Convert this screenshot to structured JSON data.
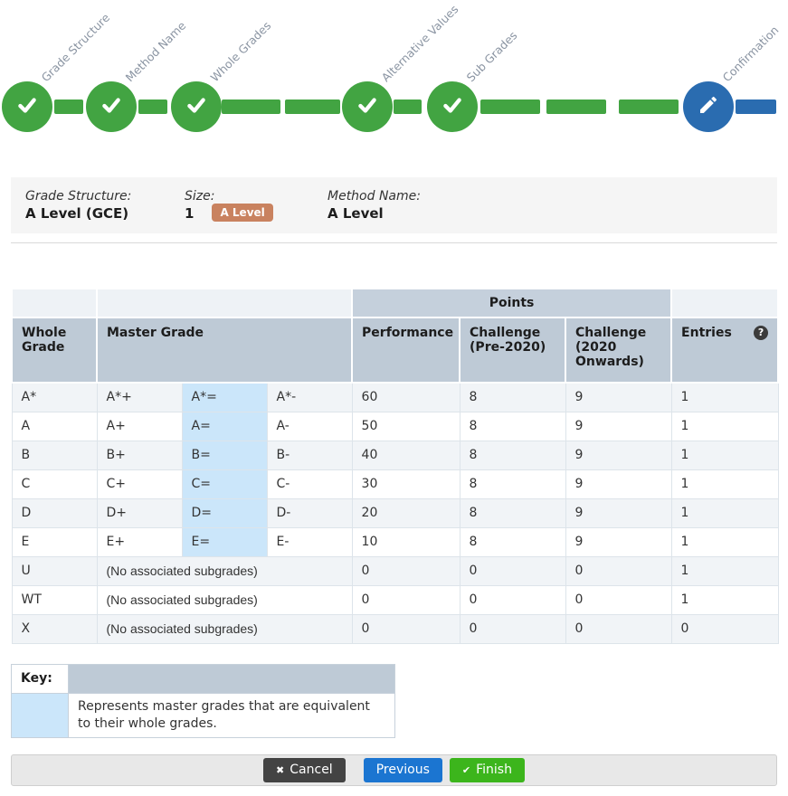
{
  "stepper": {
    "steps": [
      {
        "label": "Grade Structure",
        "state": "complete"
      },
      {
        "label": "Method Name",
        "state": "complete"
      },
      {
        "label": "Whole Grades",
        "state": "complete"
      },
      {
        "label": "Alternative Values",
        "state": "complete"
      },
      {
        "label": "Sub Grades",
        "state": "complete"
      },
      {
        "label": "Confirmation",
        "state": "current"
      }
    ],
    "colors": {
      "complete": "#42a442",
      "current": "#2a6cb0"
    }
  },
  "summary": {
    "grade_structure_label": "Grade Structure:",
    "grade_structure_value": "A Level (GCE)",
    "size_label": "Size:",
    "size_value": "1",
    "badge_label": "A Level",
    "badge_color": "#c9825f",
    "method_name_label": "Method Name:",
    "method_name_value": "A Level"
  },
  "table": {
    "group_header": "Points",
    "headers": {
      "whole_grade": "Whole Grade",
      "master_grade": "Master Grade",
      "performance": "Performance",
      "challenge_pre": "Challenge (Pre-2020)",
      "challenge_2020": "Challenge (2020 Onwards)",
      "entries": "Entries"
    },
    "help_icon": "?",
    "highlight_color": "#cbe6fa",
    "rows": [
      {
        "whole": "A*",
        "m1": "A*+",
        "m2": "A*=",
        "m3": "A*-",
        "performance": "60",
        "challenge_pre": "8",
        "challenge_2020": "9",
        "entries": "1"
      },
      {
        "whole": "A",
        "m1": "A+",
        "m2": "A=",
        "m3": "A-",
        "performance": "50",
        "challenge_pre": "8",
        "challenge_2020": "9",
        "entries": "1"
      },
      {
        "whole": "B",
        "m1": "B+",
        "m2": "B=",
        "m3": "B-",
        "performance": "40",
        "challenge_pre": "8",
        "challenge_2020": "9",
        "entries": "1"
      },
      {
        "whole": "C",
        "m1": "C+",
        "m2": "C=",
        "m3": "C-",
        "performance": "30",
        "challenge_pre": "8",
        "challenge_2020": "9",
        "entries": "1"
      },
      {
        "whole": "D",
        "m1": "D+",
        "m2": "D=",
        "m3": "D-",
        "performance": "20",
        "challenge_pre": "8",
        "challenge_2020": "9",
        "entries": "1"
      },
      {
        "whole": "E",
        "m1": "E+",
        "m2": "E=",
        "m3": "E-",
        "performance": "10",
        "challenge_pre": "8",
        "challenge_2020": "9",
        "entries": "1"
      },
      {
        "whole": "U",
        "no_subgrades": "(No associated subgrades)",
        "performance": "0",
        "challenge_pre": "0",
        "challenge_2020": "0",
        "entries": "1"
      },
      {
        "whole": "WT",
        "no_subgrades": "(No associated subgrades)",
        "performance": "0",
        "challenge_pre": "0",
        "challenge_2020": "0",
        "entries": "1"
      },
      {
        "whole": "X",
        "no_subgrades": "(No associated subgrades)",
        "performance": "0",
        "challenge_pre": "0",
        "challenge_2020": "0",
        "entries": "0"
      }
    ]
  },
  "key": {
    "title": "Key:",
    "description": "Represents master grades that are equivalent to their whole grades."
  },
  "footer": {
    "cancel_icon": "✖",
    "cancel_label": "Cancel",
    "previous_label": "Previous",
    "finish_icon": "✔",
    "finish_label": "Finish",
    "colors": {
      "cancel": "#434343",
      "previous": "#1b75d1",
      "finish": "#3cb51c"
    }
  }
}
